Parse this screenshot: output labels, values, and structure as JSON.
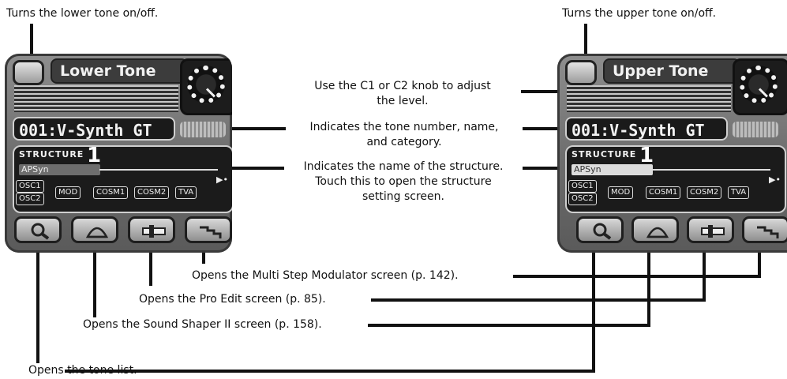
{
  "callouts": {
    "lower_toggle": "Turns the lower tone on/off.",
    "upper_toggle": "Turns the upper tone on/off.",
    "knob_line1": "Use the C1 or C2 knob to adjust",
    "knob_line2": "the level.",
    "tone_line1": "Indicates the tone number, name,",
    "tone_line2": "and category.",
    "struct_line1": "Indicates the name of the structure.",
    "struct_line2": "Touch this to open the structure",
    "struct_line3": "setting screen.",
    "msm": "Opens the Multi Step Modulator screen (p. 142).",
    "pro_edit": "Opens the Pro Edit screen (p. 85).",
    "sound_shaper": "Opens the Sound Shaper II screen (p. 158).",
    "tone_list": "Opens the tone list."
  },
  "lower": {
    "title": "Lower Tone",
    "tone_name": "001:V-Synth GT",
    "structure_label": "STRUCTURE",
    "structure_number": "1",
    "structure_name": "APSyn",
    "modules": [
      "OSC1",
      "OSC2",
      "MOD",
      "COSM1",
      "COSM2",
      "TVA"
    ]
  },
  "upper": {
    "title": "Upper Tone",
    "tone_name": "001:V-Synth GT",
    "structure_label": "STRUCTURE",
    "structure_number": "1",
    "structure_name": "APSyn",
    "modules": [
      "OSC1",
      "OSC2",
      "MOD",
      "COSM1",
      "COSM2",
      "TVA"
    ]
  },
  "icons": [
    "search-icon",
    "sound-shaper-icon",
    "pro-edit-icon",
    "step-modulator-icon",
    "knob-icon"
  ]
}
